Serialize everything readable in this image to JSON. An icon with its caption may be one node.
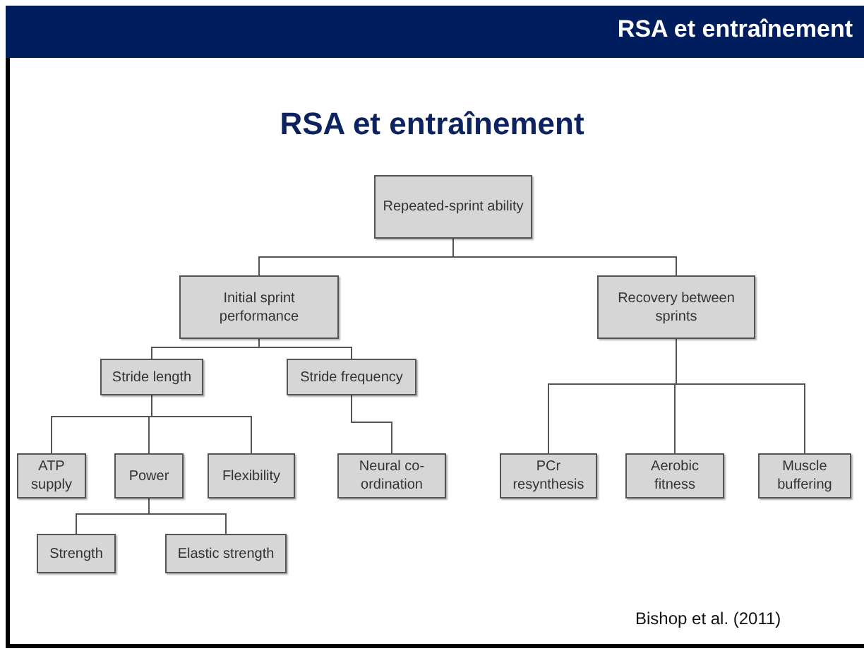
{
  "diagram": {
    "title": "RSA et entraînement",
    "nodes": [
      {
        "text": [
          "Repeated-sprint ability"
        ]
      },
      {
        "text": [
          "Initial sprint performance"
        ]
      },
      {
        "text": [
          "Recovery between sprints"
        ]
      },
      {
        "text": [
          "Stride length"
        ]
      },
      {
        "text": [
          "Stride frequency"
        ]
      },
      {
        "text": [
          "ATP supply"
        ]
      },
      {
        "text": [
          "Power"
        ]
      },
      {
        "text": [
          "Flexibility"
        ]
      },
      {
        "text": [
          "Neural co-ordination"
        ]
      },
      {
        "text": [
          "PCr resynthesis"
        ]
      },
      {
        "text": [
          "Aerobic fitness"
        ]
      },
      {
        "text": [
          "Muscle buffering"
        ]
      },
      {
        "text": [
          "Strength"
        ]
      },
      {
        "text": [
          "Elastic strength"
        ]
      }
    ],
    "edges": [
      {
        "from": 0,
        "to": 1,
        "arrow": "none"
      },
      {
        "from": 0,
        "to": 2,
        "arrow": "none"
      },
      {
        "from": 1,
        "to": 3,
        "arrow": "none"
      },
      {
        "from": 1,
        "to": 4,
        "arrow": "none"
      },
      {
        "from": 3,
        "to": 5,
        "arrow": "none"
      },
      {
        "from": 3,
        "to": 6,
        "arrow": "none"
      },
      {
        "from": 3,
        "to": 7,
        "arrow": "none"
      },
      {
        "from": 4,
        "to": 8,
        "arrow": "none"
      },
      {
        "from": 2,
        "to": 9,
        "arrow": "none"
      },
      {
        "from": 2,
        "to": 10,
        "arrow": "none"
      },
      {
        "from": 2,
        "to": 11,
        "arrow": "none"
      },
      {
        "from": 6,
        "to": 12,
        "arrow": "none"
      },
      {
        "from": 6,
        "to": 13,
        "arrow": "none"
      }
    ],
    "labels": [
      "RSA et entraînement",
      "Bishop et al. (2011)"
    ]
  }
}
